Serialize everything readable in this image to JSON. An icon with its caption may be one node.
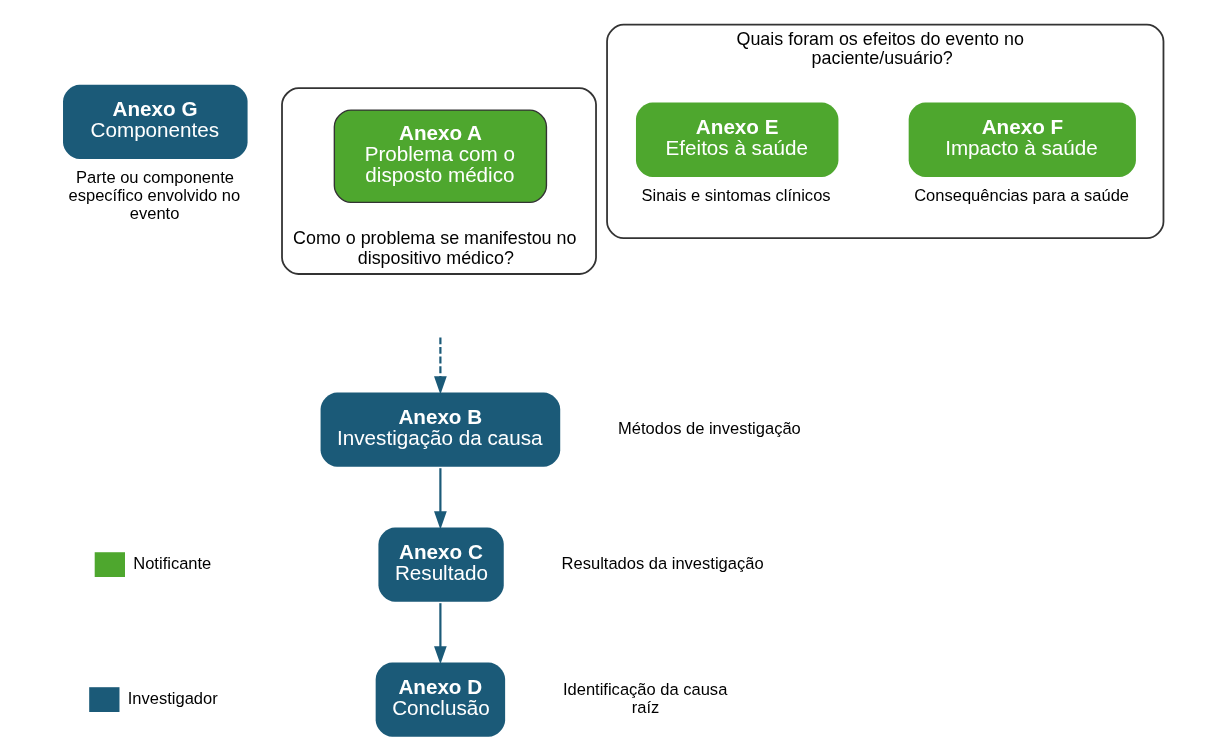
{
  "diagram": {
    "nodes": [
      {
        "text": [
          "Como o problema se manifestou no dispositivo médico?"
        ]
      },
      {
        "text": [
          "Anexo A",
          "Problema com o disposto médico"
        ],
        "in": 0
      },
      {
        "text": [
          "Quais foram os efeitos do evento no paciente/usuário?"
        ]
      },
      {
        "text": [
          "Anexo E",
          "Efeitos à saúde"
        ],
        "in": 2,
        "beside": [
          "Sinais e sintomas clínicos"
        ]
      },
      {
        "text": [
          "Anexo F",
          "Impacto à saúde"
        ],
        "in": 2,
        "beside": [
          "Consequências para a saúde"
        ]
      },
      {
        "text": [
          "Anexo G",
          "Componentes"
        ],
        "beside": [
          "Parte ou componente específico envolvido no evento"
        ]
      },
      {
        "text": [
          "Anexo B",
          "Investigação da causa"
        ],
        "beside": [
          "Métodos de investigação"
        ]
      },
      {
        "text": [
          "Anexo C",
          "Resultado"
        ],
        "beside": [
          "Resultados da investigação"
        ]
      },
      {
        "text": [
          "Anexo D",
          "Conclusão"
        ],
        "beside": [
          "Identificação da causa raíz"
        ]
      }
    ],
    "edges": [
      {
        "from": null,
        "to": 6,
        "arrow": "to",
        "style": "dashed"
      },
      {
        "from": 6,
        "to": 7,
        "arrow": "to"
      },
      {
        "from": 7,
        "to": 8,
        "arrow": "to"
      }
    ],
    "legend": [
      {
        "text": "Notificante",
        "color": "#4ea72e"
      },
      {
        "text": "Investigador",
        "color": "#1b5a78"
      }
    ]
  }
}
